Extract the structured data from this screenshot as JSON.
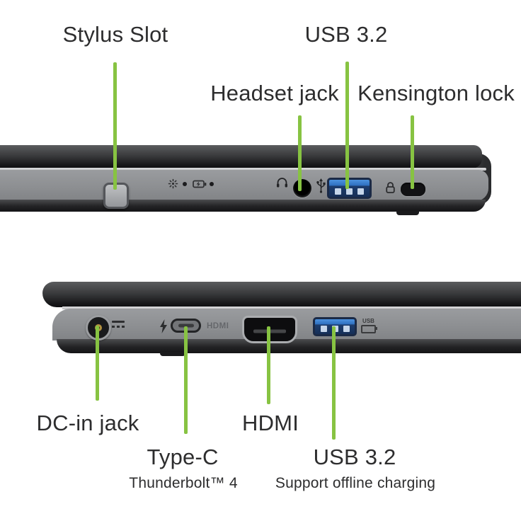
{
  "accent": {
    "line_green": "#87c342",
    "usb_blue": "#3b86d8",
    "label_text": "#2d2d2e"
  },
  "top_view": {
    "view_name": "laptop right-side ports",
    "labels": {
      "stylus": "Stylus Slot",
      "usb": "USB 3.2",
      "headset": "Headset jack",
      "kensington": "Kensington lock"
    }
  },
  "bottom_view": {
    "view_name": "laptop left-side ports",
    "labels": {
      "dcin": "DC-in jack",
      "typec": "Type-C",
      "typec_sub": "Thunderbolt™ 4",
      "hdmi": "HDMI",
      "usb": "USB 3.2",
      "usb_sub": "Support offline charging"
    },
    "chassis_text": {
      "hdmi_emboss": "HDMI",
      "usb_charge_icon_text": "USB"
    }
  }
}
